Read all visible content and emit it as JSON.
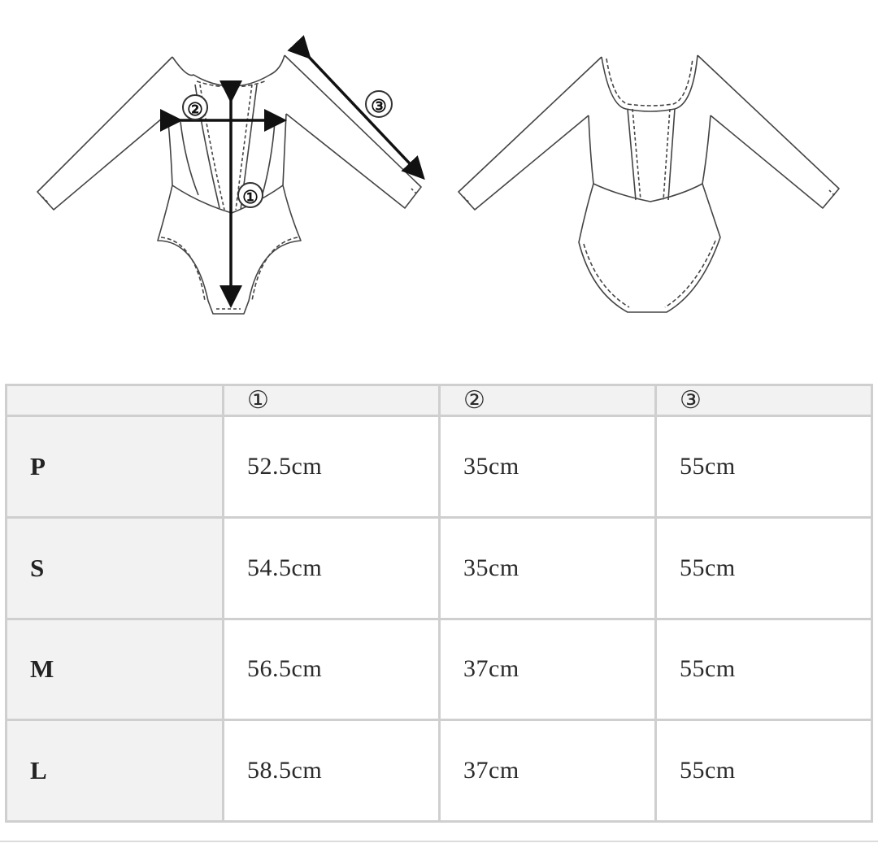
{
  "diagram": {
    "front_labels": {
      "length": "①",
      "width": "②",
      "sleeve": "③"
    }
  },
  "table": {
    "corner": "",
    "columns": [
      "①",
      "②",
      "③"
    ],
    "rows": [
      {
        "size": "P",
        "values": [
          "52.5cm",
          "35cm",
          "55cm"
        ]
      },
      {
        "size": "S",
        "values": [
          "54.5cm",
          "35cm",
          "55cm"
        ]
      },
      {
        "size": "M",
        "values": [
          "56.5cm",
          "37cm",
          "55cm"
        ]
      },
      {
        "size": "L",
        "values": [
          "58.5cm",
          "37cm",
          "55cm"
        ]
      }
    ]
  }
}
